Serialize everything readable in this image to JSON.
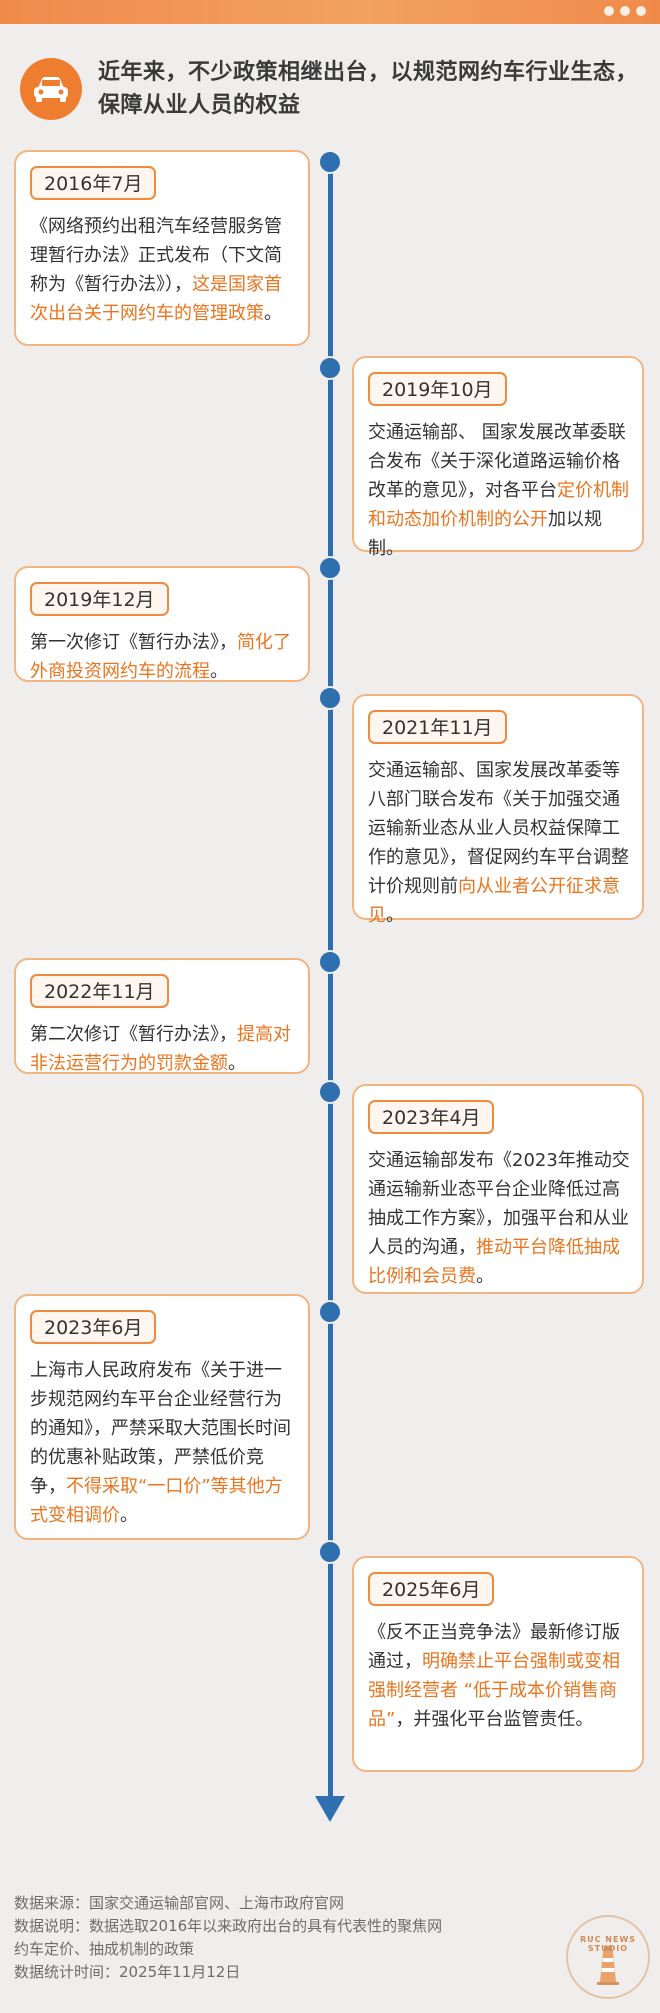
{
  "header": {
    "title": "近年来，不少政策相继出台，以规范网约车行业生态，保障从业人员的权益",
    "icon": "car-icon"
  },
  "colors": {
    "accent": "#ef7d2f",
    "timeline": "#2f6fb0",
    "card_border": "#f2b582",
    "highlight": "#e9751f"
  },
  "events": [
    {
      "date": "2016年7月",
      "text": [
        {
          "t": "《网络预约出租汽车经营服务管理暂行办法》正式发布（下文简称为《暂行办法》），",
          "hl": false
        },
        {
          "t": "这是国家首次出台关于网约车的管理政策",
          "hl": true
        },
        {
          "t": "。",
          "hl": false
        }
      ]
    },
    {
      "date": "2019年10月",
      "text": [
        {
          "t": "交通运输部、 国家发展改革委联合发布《关于深化道路运输价格改革的意见》，对各平台",
          "hl": false
        },
        {
          "t": "定价机制和动态加价机制的公开",
          "hl": true
        },
        {
          "t": "加以规制。",
          "hl": false
        }
      ]
    },
    {
      "date": "2019年12月",
      "text": [
        {
          "t": "第一次修订《暂行办法》，",
          "hl": false
        },
        {
          "t": "简化了外商投资网约车的流程",
          "hl": true
        },
        {
          "t": "。",
          "hl": false
        }
      ]
    },
    {
      "date": "2021年11月",
      "text": [
        {
          "t": "交通运输部、国家发展改革委等八部门联合发布《关于加强交通运输新业态从业人员权益保障工作的意见》，督促网约车平台调整计价规则前",
          "hl": false
        },
        {
          "t": "向从业者公开征求意见",
          "hl": true
        },
        {
          "t": "。",
          "hl": false
        }
      ]
    },
    {
      "date": "2022年11月",
      "text": [
        {
          "t": "第二次修订《暂行办法》，",
          "hl": false
        },
        {
          "t": "提高对非法运营行为的罚款金额",
          "hl": true
        },
        {
          "t": "。",
          "hl": false
        }
      ]
    },
    {
      "date": "2023年4月",
      "text": [
        {
          "t": "交通运输部发布《2023年推动交通运输新业态平台企业降低过高抽成工作方案》，加强平台和从业人员的沟通，",
          "hl": false
        },
        {
          "t": "推动平台降低抽成比例和会员费",
          "hl": true
        },
        {
          "t": "。",
          "hl": false
        }
      ]
    },
    {
      "date": "2023年6月",
      "text": [
        {
          "t": "上海市人民政府发布《关于进一步规范网约车平台企业经营行为的通知》，严禁采取大范围长时间的优惠补贴政策，严禁低价竞争，",
          "hl": false
        },
        {
          "t": "不得采取“一口价”等其他方式变相调价",
          "hl": true
        },
        {
          "t": "。",
          "hl": false
        }
      ]
    },
    {
      "date": "2025年6月",
      "text": [
        {
          "t": "《反不正当竞争法》最新修订版通过，",
          "hl": false
        },
        {
          "t": "明确禁止平台强制或变相强制经营者 “低于成本价销售商品”",
          "hl": true
        },
        {
          "t": "，并强化平台监管责任。",
          "hl": false
        }
      ]
    }
  ],
  "footer": {
    "source": "数据来源：国家交通运输部官网、上海市政府官网",
    "note_line1": "数据说明：数据选取2016年以来政府出台的具有代表性的聚焦网",
    "note_line2": "约车定价、抽成机制的政策",
    "stat_time": "数据统计时间：2025年11月12日"
  },
  "stamp": {
    "text": "RUC NEWS STUDIO",
    "icon": "lighthouse-icon"
  }
}
